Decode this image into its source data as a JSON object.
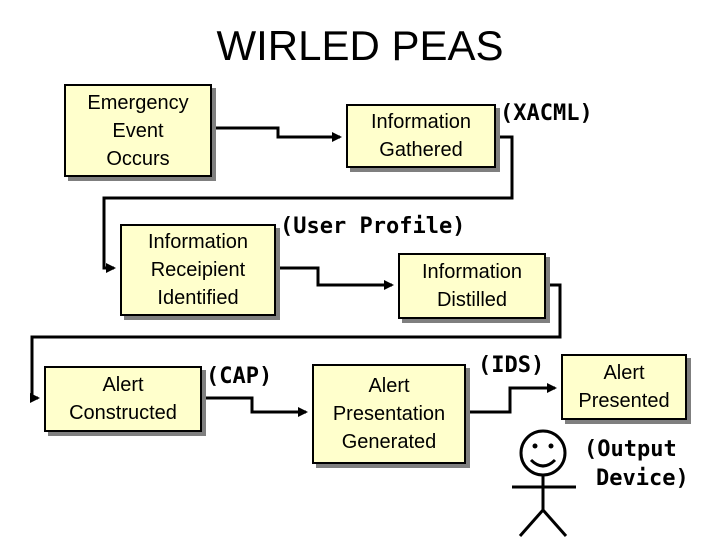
{
  "title": "WIRLED PEAS",
  "colors": {
    "box_fill": "#ffffcc",
    "shadow": "#7f7f7f",
    "line": "#000000"
  },
  "steps": {
    "emergency": [
      "Emergency",
      "Event",
      "Occurs"
    ],
    "gathered": [
      "Information",
      "Gathered"
    ],
    "recipient": [
      "Information",
      "Receipient",
      "Identified"
    ],
    "distilled": [
      "Information",
      "Distilled"
    ],
    "constructed": [
      "Alert",
      "Constructed"
    ],
    "presentation": [
      "Alert",
      "Presentation",
      "Generated"
    ],
    "presented": [
      "Alert",
      "Presented"
    ]
  },
  "annotations": {
    "xacml": "(XACML)",
    "user_profile": "(User Profile)",
    "cap": "(CAP)",
    "ids": "(IDS)",
    "output_device": [
      "(Output",
      "Device)"
    ]
  }
}
